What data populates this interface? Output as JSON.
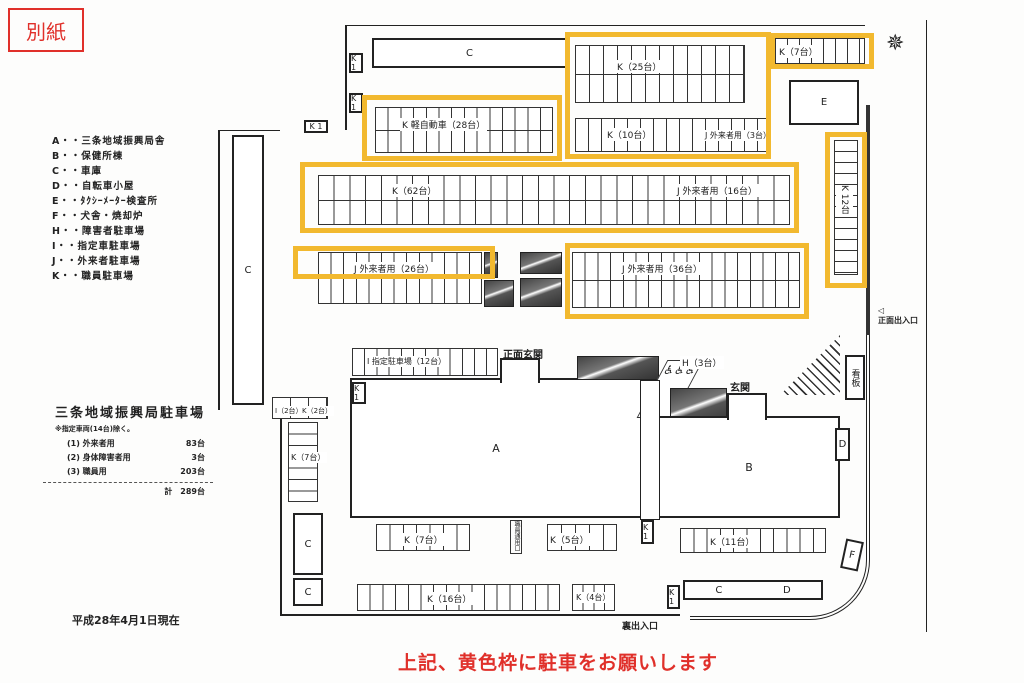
{
  "tag": "別紙",
  "legend": [
    "A・・三条地域振興局舎",
    "B・・保健所棟",
    "C・・車庫",
    "D・・自転車小屋",
    "E・・ﾀｸｼｰﾒｰﾀｰ検査所",
    "F・・犬舎・焼却炉",
    "H・・障害者駐車場",
    "I・・指定車駐車場",
    "J・・外来者駐車場",
    "K・・職員駐車場"
  ],
  "summary": {
    "title": "三条地域振興局駐車場",
    "note": "※指定車両(14台)除く。",
    "rows": [
      {
        "label": "(1) 外来者用",
        "value": "83台"
      },
      {
        "label": "(2) 身体障害者用",
        "value": "3台"
      },
      {
        "label": "(3) 職員用",
        "value": "203台"
      }
    ],
    "total": "計　289台"
  },
  "date": "平成28年4月1日現在",
  "notice": "上記、黄色枠に駐車をお願いします",
  "colors": {
    "yellow": "#f2b92f",
    "red": "#e0302a"
  },
  "labels": {
    "C": "C",
    "E": "E",
    "A": "A",
    "B": "B",
    "D": "D",
    "F": "F",
    "K1": "K 1",
    "K": "K",
    "one": "1",
    "k25": "K（25台）",
    "kkei": "K 軽自動車（28台）",
    "k10": "K（10台）",
    "j3": "J 外来者用（3台）",
    "k7top": "K（7台）",
    "k62": "K（62台）",
    "j16": "J 外来者用（16台）",
    "k12": "K 12台",
    "j26": "J 外来者用（26台）",
    "j36": "J 外来者用（36台）",
    "i12": "I 指定駐車場（12台）",
    "h3": "H（3台）",
    "main_entrance": "正面玄関",
    "entrance": "玄関",
    "sign": "看板",
    "i2": "I（2台）",
    "k2": "K（2台）",
    "k7left": "K（7台）",
    "k7bot": "K（7台）",
    "k5": "K（5台）",
    "k11": "K（11台）",
    "k16": "K（16台）",
    "k4": "K（4台）",
    "cd_c": "C",
    "cd_d": "D",
    "front_gate": "正面出入口",
    "back_gate": "裏出入口",
    "exit": "職員通用口"
  }
}
